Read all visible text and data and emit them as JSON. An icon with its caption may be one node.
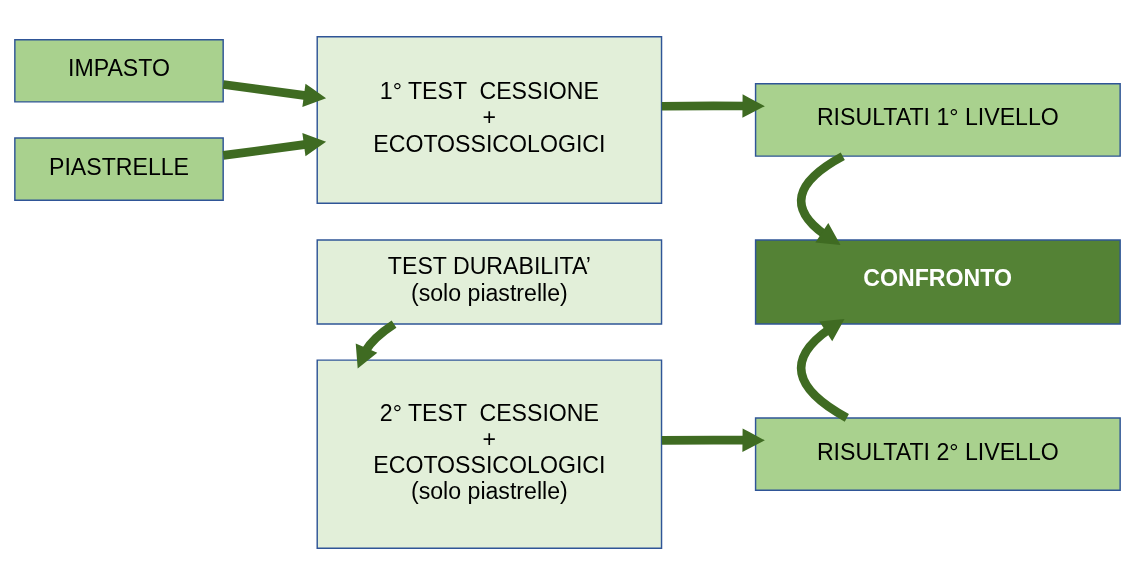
{
  "diagram": {
    "nodes": [
      {
        "text": [
          "IMPASTO"
        ]
      },
      {
        "text": [
          "PIASTRELLE"
        ]
      },
      {
        "text": [
          "1° TEST  CESSIONE + ECOTOSSICOLOGICI"
        ]
      },
      {
        "text": [
          "RISULTATI 1° LIVELLO"
        ]
      },
      {
        "text": [
          "TEST DURABILITA’ (solo piastrelle)"
        ]
      },
      {
        "text": [
          "CONFRONTO"
        ]
      },
      {
        "text": [
          "2° TEST  CESSIONE + ECOTOSSICOLOGICI (solo piastrelle)"
        ]
      },
      {
        "text": [
          "RISULTATI 2° LIVELLO"
        ]
      }
    ],
    "edges": [
      {
        "from": 0,
        "to": 2,
        "arrow": "to"
      },
      {
        "from": 1,
        "to": 2,
        "arrow": "to"
      },
      {
        "from": 2,
        "to": 3,
        "arrow": "to"
      },
      {
        "from": 3,
        "to": 5,
        "arrow": "to"
      },
      {
        "from": 4,
        "to": 6,
        "arrow": "to"
      },
      {
        "from": 6,
        "to": 7,
        "arrow": "to"
      },
      {
        "from": 7,
        "to": 5,
        "arrow": "to"
      }
    ]
  }
}
